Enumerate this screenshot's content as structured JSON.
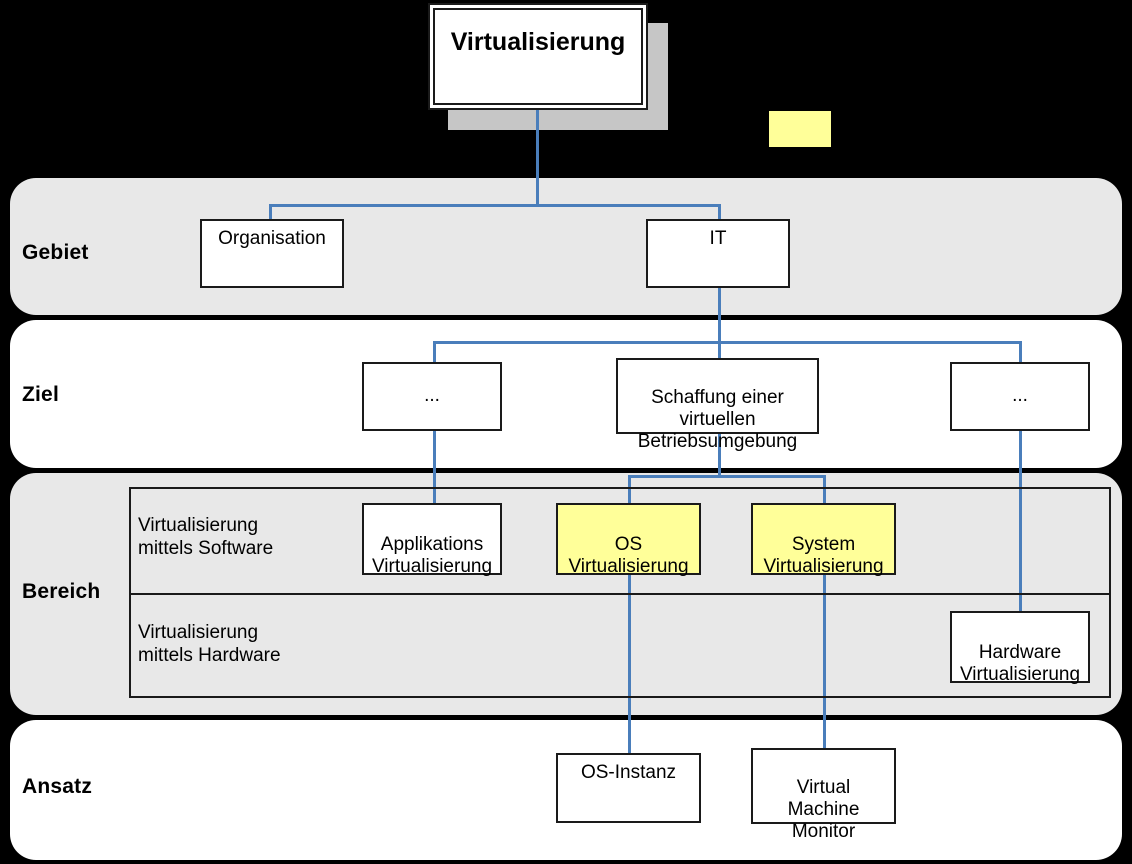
{
  "diagram": {
    "title": "Virtualisierung",
    "root": {
      "label": "Virtualisierung"
    },
    "legend": {
      "swatch_color": "#ffff99",
      "label": ""
    },
    "colors": {
      "band_gray": "#e8e8e8",
      "band_white": "#ffffff",
      "connector": "#4a7ebb",
      "highlight": "#ffff99",
      "node_border": "#1a1a1a",
      "background": "#000000"
    },
    "bands": [
      {
        "name": "gebiet",
        "label": "Gebiet",
        "fill": "gray"
      },
      {
        "name": "ziel",
        "label": "Ziel",
        "fill": "white"
      },
      {
        "name": "bereich",
        "label": "Bereich",
        "fill": "gray"
      },
      {
        "name": "ansatz",
        "label": "Ansatz",
        "fill": "white"
      }
    ],
    "nodes": {
      "organisation": "Organisation",
      "it": "IT",
      "ziel_left": "...",
      "ziel_mid": "Schaffung einer\nvirtuellen\nBetriebsumgebung",
      "ziel_right": "...",
      "applikations": "Applikations\nVirtualisierung",
      "os_virt": "OS\nVirtualisierung",
      "system_virt": "System\nVirtualisierung",
      "hardware_virt": "Hardware\nVirtualisierung",
      "os_instanz": "OS-Instanz",
      "vmm": "Virtual\nMachine\nMonitor"
    },
    "bereich_rows": [
      {
        "label": "Virtualisierung\nmittels Software"
      },
      {
        "label": "Virtualisierung\nmittels Hardware"
      }
    ]
  }
}
